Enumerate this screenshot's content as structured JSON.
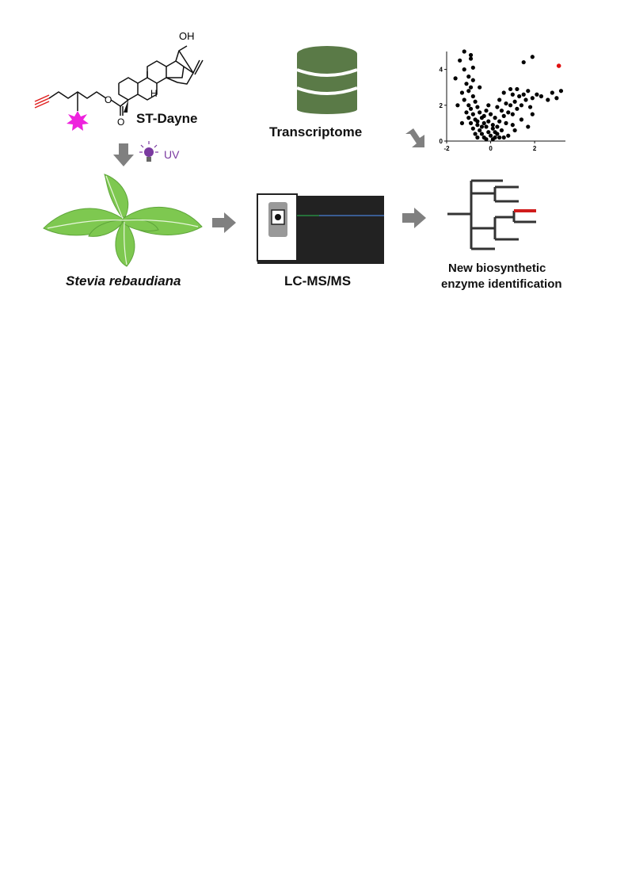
{
  "molecule": {
    "name": "ST-Dayne",
    "hydroxyl_label": "OH",
    "hydrogen_label": "H",
    "ester_o1": "O",
    "ester_o2": "O",
    "probe_color": "#ee22dd",
    "alkyne_color": "#e02020"
  },
  "uv": {
    "label": "UV",
    "color": "#7a3aa0"
  },
  "transcriptome": {
    "label": "Transcriptome",
    "db_color": "#5a7a47"
  },
  "plant": {
    "label": "Stevia rebaudiana",
    "leaf_color": "#7ec850"
  },
  "lcms": {
    "label": "LC-MS/MS",
    "body_color": "#222222",
    "trace_colors": [
      "#2aa04a",
      "#4a7fd6"
    ]
  },
  "enzyme": {
    "label_line1": "New biosynthetic",
    "label_line2": "enzyme identification",
    "highlight_color": "#d01c1c"
  },
  "arrows": {
    "color": "#808080"
  },
  "chart_data": {
    "type": "scatter",
    "xlim": [
      -2,
      3.4
    ],
    "ylim": [
      0,
      5
    ],
    "xticks": [
      "-2",
      "0",
      "2"
    ],
    "yticks": [
      "0",
      "2",
      "4"
    ],
    "highlight": {
      "x": 3.1,
      "y": 4.2,
      "color": "#e01010"
    },
    "points": [
      [
        -1.2,
        5.0
      ],
      [
        -0.9,
        4.8
      ],
      [
        -1.6,
        3.5
      ],
      [
        -1.2,
        4.0
      ],
      [
        -1.0,
        3.6
      ],
      [
        -0.8,
        4.1
      ],
      [
        -1.1,
        3.2
      ],
      [
        -0.9,
        3.0
      ],
      [
        -1.3,
        2.7
      ],
      [
        -1.0,
        2.8
      ],
      [
        -0.8,
        2.5
      ],
      [
        -1.2,
        2.3
      ],
      [
        -0.7,
        2.2
      ],
      [
        -1.5,
        2.0
      ],
      [
        -1.0,
        2.0
      ],
      [
        -0.9,
        1.8
      ],
      [
        -0.6,
        1.9
      ],
      [
        -1.1,
        1.6
      ],
      [
        -0.8,
        1.5
      ],
      [
        -0.5,
        1.6
      ],
      [
        -1.0,
        1.3
      ],
      [
        -0.7,
        1.2
      ],
      [
        -0.4,
        1.3
      ],
      [
        -0.9,
        1.0
      ],
      [
        -0.6,
        0.9
      ],
      [
        -0.3,
        1.0
      ],
      [
        -0.8,
        0.7
      ],
      [
        -0.5,
        0.6
      ],
      [
        -0.2,
        0.8
      ],
      [
        -0.7,
        0.4
      ],
      [
        -0.4,
        0.4
      ],
      [
        -0.1,
        0.5
      ],
      [
        -0.6,
        0.2
      ],
      [
        -0.3,
        0.2
      ],
      [
        0.0,
        0.3
      ],
      [
        -0.2,
        0.1
      ],
      [
        0.1,
        0.1
      ],
      [
        -0.4,
        0.8
      ],
      [
        -0.1,
        1.1
      ],
      [
        -0.3,
        1.4
      ],
      [
        0.2,
        0.5
      ],
      [
        0.3,
        0.8
      ],
      [
        0.1,
        0.9
      ],
      [
        0.4,
        1.1
      ],
      [
        0.5,
        0.6
      ],
      [
        0.2,
        0.2
      ],
      [
        0.3,
        0.4
      ],
      [
        0.6,
        1.4
      ],
      [
        0.7,
        1.0
      ],
      [
        0.5,
        1.7
      ],
      [
        0.8,
        1.6
      ],
      [
        0.9,
        2.0
      ],
      [
        1.0,
        1.5
      ],
      [
        1.1,
        2.2
      ],
      [
        0.7,
        2.1
      ],
      [
        1.2,
        1.8
      ],
      [
        1.3,
        2.5
      ],
      [
        1.4,
        2.0
      ],
      [
        1.5,
        2.6
      ],
      [
        1.0,
        2.6
      ],
      [
        1.6,
        2.3
      ],
      [
        1.2,
        2.9
      ],
      [
        1.8,
        1.9
      ],
      [
        1.7,
        2.8
      ],
      [
        1.9,
        2.4
      ],
      [
        2.1,
        2.6
      ],
      [
        2.3,
        2.5
      ],
      [
        1.5,
        4.4
      ],
      [
        1.9,
        4.7
      ],
      [
        2.6,
        2.3
      ],
      [
        3.0,
        2.4
      ],
      [
        3.2,
        2.8
      ],
      [
        0.4,
        2.3
      ],
      [
        0.6,
        2.7
      ],
      [
        0.9,
        2.9
      ],
      [
        0.3,
        1.9
      ],
      [
        0.0,
        1.5
      ],
      [
        -0.1,
        2.0
      ],
      [
        0.8,
        0.3
      ],
      [
        1.1,
        0.6
      ],
      [
        1.4,
        1.2
      ],
      [
        1.7,
        0.8
      ],
      [
        1.9,
        1.5
      ],
      [
        0.6,
        0.2
      ],
      [
        -0.5,
        3.0
      ],
      [
        -0.8,
        3.4
      ],
      [
        -1.4,
        4.5
      ],
      [
        -0.9,
        4.6
      ],
      [
        2.8,
        2.7
      ],
      [
        1.0,
        0.9
      ],
      [
        0.2,
        1.3
      ],
      [
        -0.2,
        1.7
      ],
      [
        0.1,
        0.7
      ],
      [
        0.4,
        0.2
      ],
      [
        -0.6,
        1.1
      ],
      [
        -1.3,
        1.0
      ]
    ]
  }
}
